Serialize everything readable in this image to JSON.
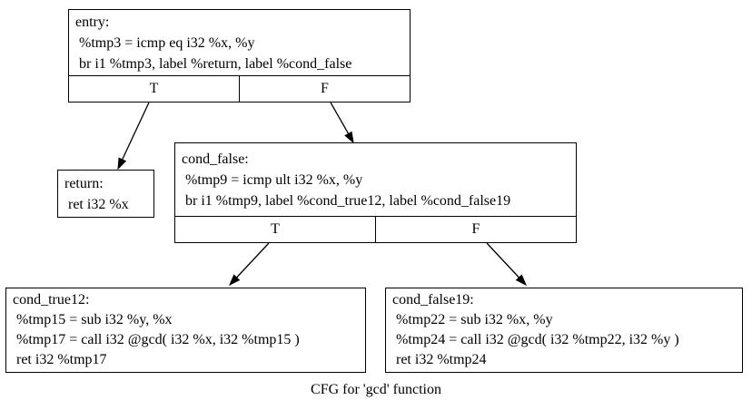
{
  "caption": "CFG for 'gcd' function",
  "nodes": {
    "entry": {
      "lines": [
        "entry:",
        " %tmp3 = icmp eq i32 %x, %y",
        " br i1 %tmp3, label %return, label %cond_false"
      ],
      "true_label": "T",
      "false_label": "F"
    },
    "return": {
      "lines": [
        "return:",
        " ret i32 %x"
      ]
    },
    "cond_false": {
      "lines": [
        "cond_false:",
        " %tmp9 = icmp ult i32 %x, %y",
        " br i1 %tmp9, label %cond_true12, label %cond_false19"
      ],
      "true_label": "T",
      "false_label": "F"
    },
    "cond_true12": {
      "lines": [
        "cond_true12:",
        " %tmp15 = sub i32 %y, %x",
        " %tmp17 = call i32 @gcd( i32 %x, i32 %tmp15 )",
        " ret i32 %tmp17"
      ]
    },
    "cond_false19": {
      "lines": [
        "cond_false19:",
        " %tmp22 = sub i32 %x, %y",
        " %tmp24 = call i32 @gcd( i32 %tmp22, i32 %y )",
        " ret i32 %tmp24"
      ]
    }
  },
  "colors": {
    "node_border": "#000000",
    "node_fill": "#ffffff",
    "edge": "#000000",
    "text": "#000000",
    "background": "#ffffff"
  }
}
